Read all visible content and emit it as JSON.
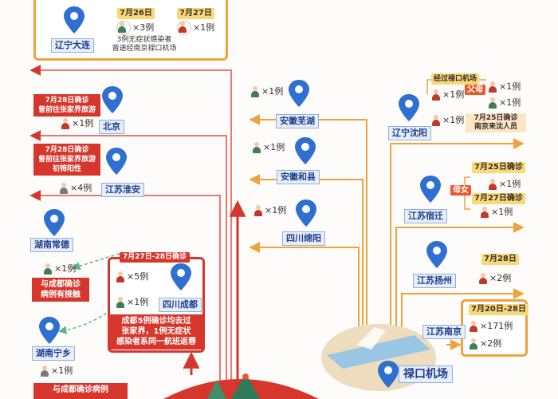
{
  "colors": {
    "orange": "#f0a23c",
    "red": "#d6372d",
    "pin": "#2e6fd1",
    "green": "#3f8f6a"
  },
  "top_box": {
    "city": "辽宁大连",
    "date1": "7月26日",
    "count1": "×3例",
    "date2": "7月27日",
    "count2": "×1例",
    "note_l1": "3例无症状感染者",
    "note_l2": "曾途经南京禄口机场"
  },
  "beijing": {
    "note_l1": "7月28日确诊",
    "note_l2": "曾前往张家界旅游",
    "count": "×1例",
    "city": "北京"
  },
  "huaian": {
    "note_l1": "7月28日确诊",
    "note_l2": "曾前往张家界旅游",
    "note_l3": "初筛阳性",
    "count": "×4例",
    "city": "江苏淮安"
  },
  "changde": {
    "city": "湖南常德",
    "count": "×1例",
    "note_l1": "与成都确诊",
    "note_l2": "病例有接触"
  },
  "ningxiang": {
    "city": "湖南宁乡",
    "count": "×1例",
    "note_l1": "与成都确诊病例"
  },
  "chengdu": {
    "header": "7月27日-28日确诊",
    "count1": "×5例",
    "count2": "×1例",
    "city": "四川成都",
    "note_l1": "成都5例确诊均去过",
    "note_l2": "张家界，1例无症状",
    "note_l3": "感染者系同一航班返蓉"
  },
  "wuhu": {
    "count": "×1例",
    "city": "安徽芜湖"
  },
  "hexian": {
    "count": "×1例",
    "city": "安徽和县"
  },
  "mianyang": {
    "count": "×1例",
    "city": "四川绵阳"
  },
  "shenyang": {
    "header": "经过禄口机场",
    "count1": "×1例",
    "tag": "父母",
    "count2": "×1例",
    "count3": "×1例",
    "count4": "×1例",
    "note_l1": "7月25日确诊",
    "note_l2": "南京来沈人员",
    "city": "辽宁沈阳"
  },
  "suqian": {
    "date1": "7月25日确诊",
    "count1": "×1例",
    "tag": "母女",
    "date2": "7月27日确诊",
    "count2": "×1例",
    "city": "江苏宿迁"
  },
  "yangzhou": {
    "date": "7月28日",
    "count": "×2例",
    "city": "江苏扬州"
  },
  "nanjing": {
    "date": "7月20日-28日",
    "count1": "×171例",
    "count2": "×2例",
    "city": "江苏南京"
  },
  "airport": {
    "label": "禄口机场"
  }
}
